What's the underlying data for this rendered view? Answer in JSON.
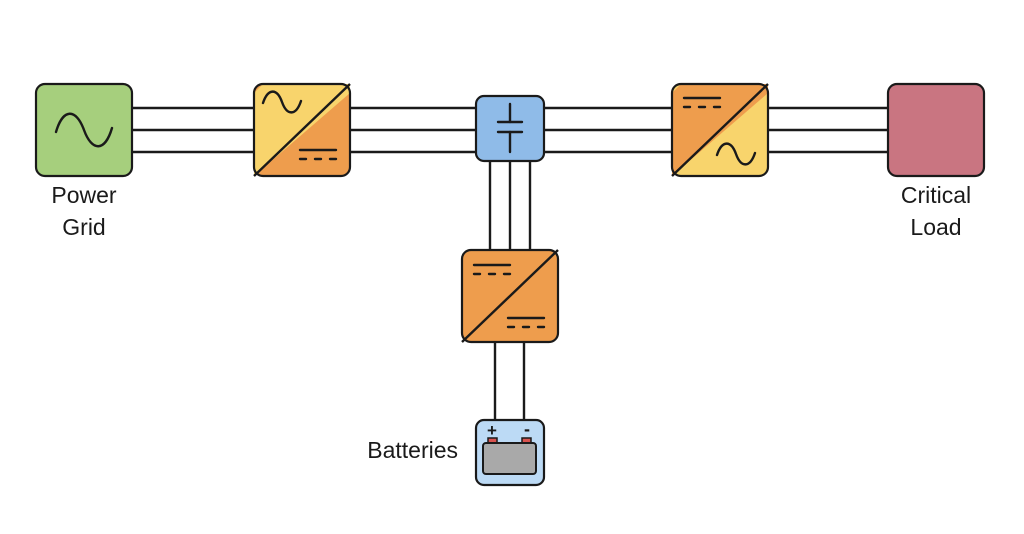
{
  "colors": {
    "grid": "#a6cf7d",
    "converter_orange": "#ee9d4d",
    "converter_yellow": "#f8d46c",
    "dc_bus": "#8fbbe8",
    "load": "#c97581",
    "battery_box": "#bcdaf5",
    "battery_body": "#a9a9a9",
    "battery_terminal": "#d9534f",
    "wire": "#1a1a1a"
  },
  "nodes": {
    "grid": {
      "label_line1": "Power",
      "label_line2": "Grid",
      "icon": "ac-sine-icon"
    },
    "rectifier": {
      "icon": "ac-to-dc-converter-icon"
    },
    "dc_bus": {
      "icon": "capacitor-icon"
    },
    "inverter": {
      "icon": "dc-to-ac-converter-icon"
    },
    "load": {
      "label_line1": "Critical",
      "label_line2": "Load"
    },
    "dcdc": {
      "icon": "dc-to-dc-converter-icon"
    },
    "batteries": {
      "label": "Batteries",
      "icon": "battery-icon",
      "plus": "+",
      "minus": "-"
    }
  }
}
